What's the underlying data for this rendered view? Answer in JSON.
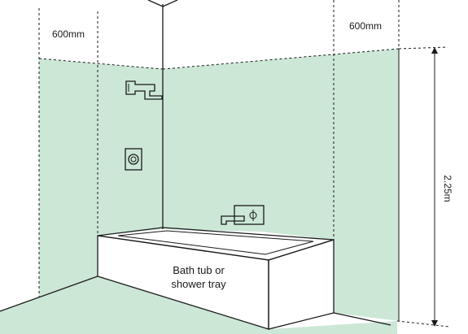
{
  "labels": {
    "left_clearance": "600mm",
    "right_clearance": "600mm",
    "height": "2.25m",
    "tub_line1": "Bath tub or",
    "tub_line2": "shower tray"
  },
  "colors": {
    "zone_fill": "#cce7d6",
    "line": "#1a1a1a",
    "tub": "#ffffff"
  }
}
